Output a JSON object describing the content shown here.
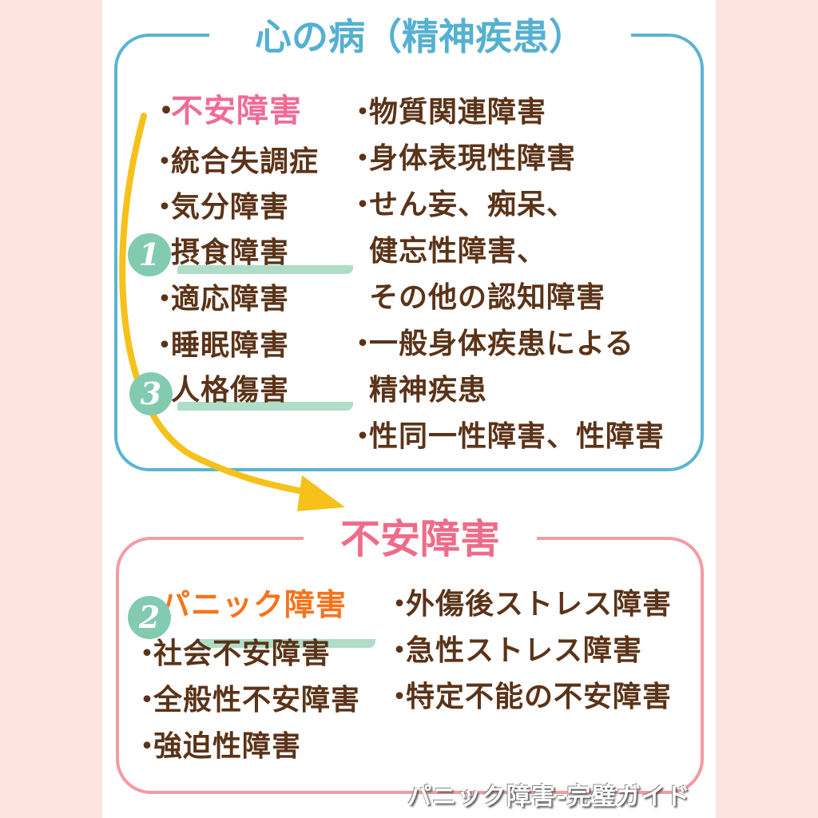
{
  "colors": {
    "side_bg": "#fde4de",
    "top_frame": "#5ab4d2",
    "bottom_frame": "#f49aa3",
    "text_brown": "#5b3318",
    "highlight_pink": "#f06b96",
    "highlight_orange": "#f7731b",
    "arrow_yellow": "#f5c11a",
    "badge_green": "#83cbb0"
  },
  "top_box": {
    "title": "心の病（精神疾患）",
    "left_column": [
      {
        "bullet": "・",
        "label": "不安障害",
        "style": "pink"
      },
      {
        "bullet": "・",
        "label": "統合失調症"
      },
      {
        "bullet": "・",
        "label": "気分障害"
      },
      {
        "bullet": "・",
        "label": "摂食障害"
      },
      {
        "bullet": "・",
        "label": "適応障害"
      },
      {
        "bullet": "・",
        "label": "睡眠障害"
      },
      {
        "bullet": "・",
        "label": "人格傷害"
      }
    ],
    "right_column": [
      {
        "bullet": "・",
        "label": "物質関連障害"
      },
      {
        "bullet": "・",
        "label": "身体表現性障害"
      },
      {
        "bullet": "・",
        "label": "せん妄、痴呆、"
      },
      {
        "bullet": "",
        "label": "健忘性障害、"
      },
      {
        "bullet": "",
        "label": "その他の認知障害"
      },
      {
        "bullet": "・",
        "label": "一般身体疾患による"
      },
      {
        "bullet": "",
        "label": "精神疾患"
      },
      {
        "bullet": "・",
        "label": "性同一性障害、性障害"
      }
    ]
  },
  "bottom_box": {
    "title": "不安障害",
    "left_column": [
      {
        "bullet": "",
        "label": "パニック障害",
        "style": "orange"
      },
      {
        "bullet": "・",
        "label": "社会不安障害"
      },
      {
        "bullet": "・",
        "label": "全般性不安障害"
      },
      {
        "bullet": "・",
        "label": "強迫性障害"
      }
    ],
    "right_column": [
      {
        "bullet": "・",
        "label": "外傷後ストレス障害"
      },
      {
        "bullet": "・",
        "label": "急性ストレス障害"
      },
      {
        "bullet": "・",
        "label": "特定不能の不安障害"
      }
    ]
  },
  "badges": [
    {
      "number": "1",
      "target": "摂食障害"
    },
    {
      "number": "2",
      "target": "社会不安障害"
    },
    {
      "number": "3",
      "target": "人格傷害"
    }
  ],
  "watermark": "パニック障害-完璧ガイド"
}
